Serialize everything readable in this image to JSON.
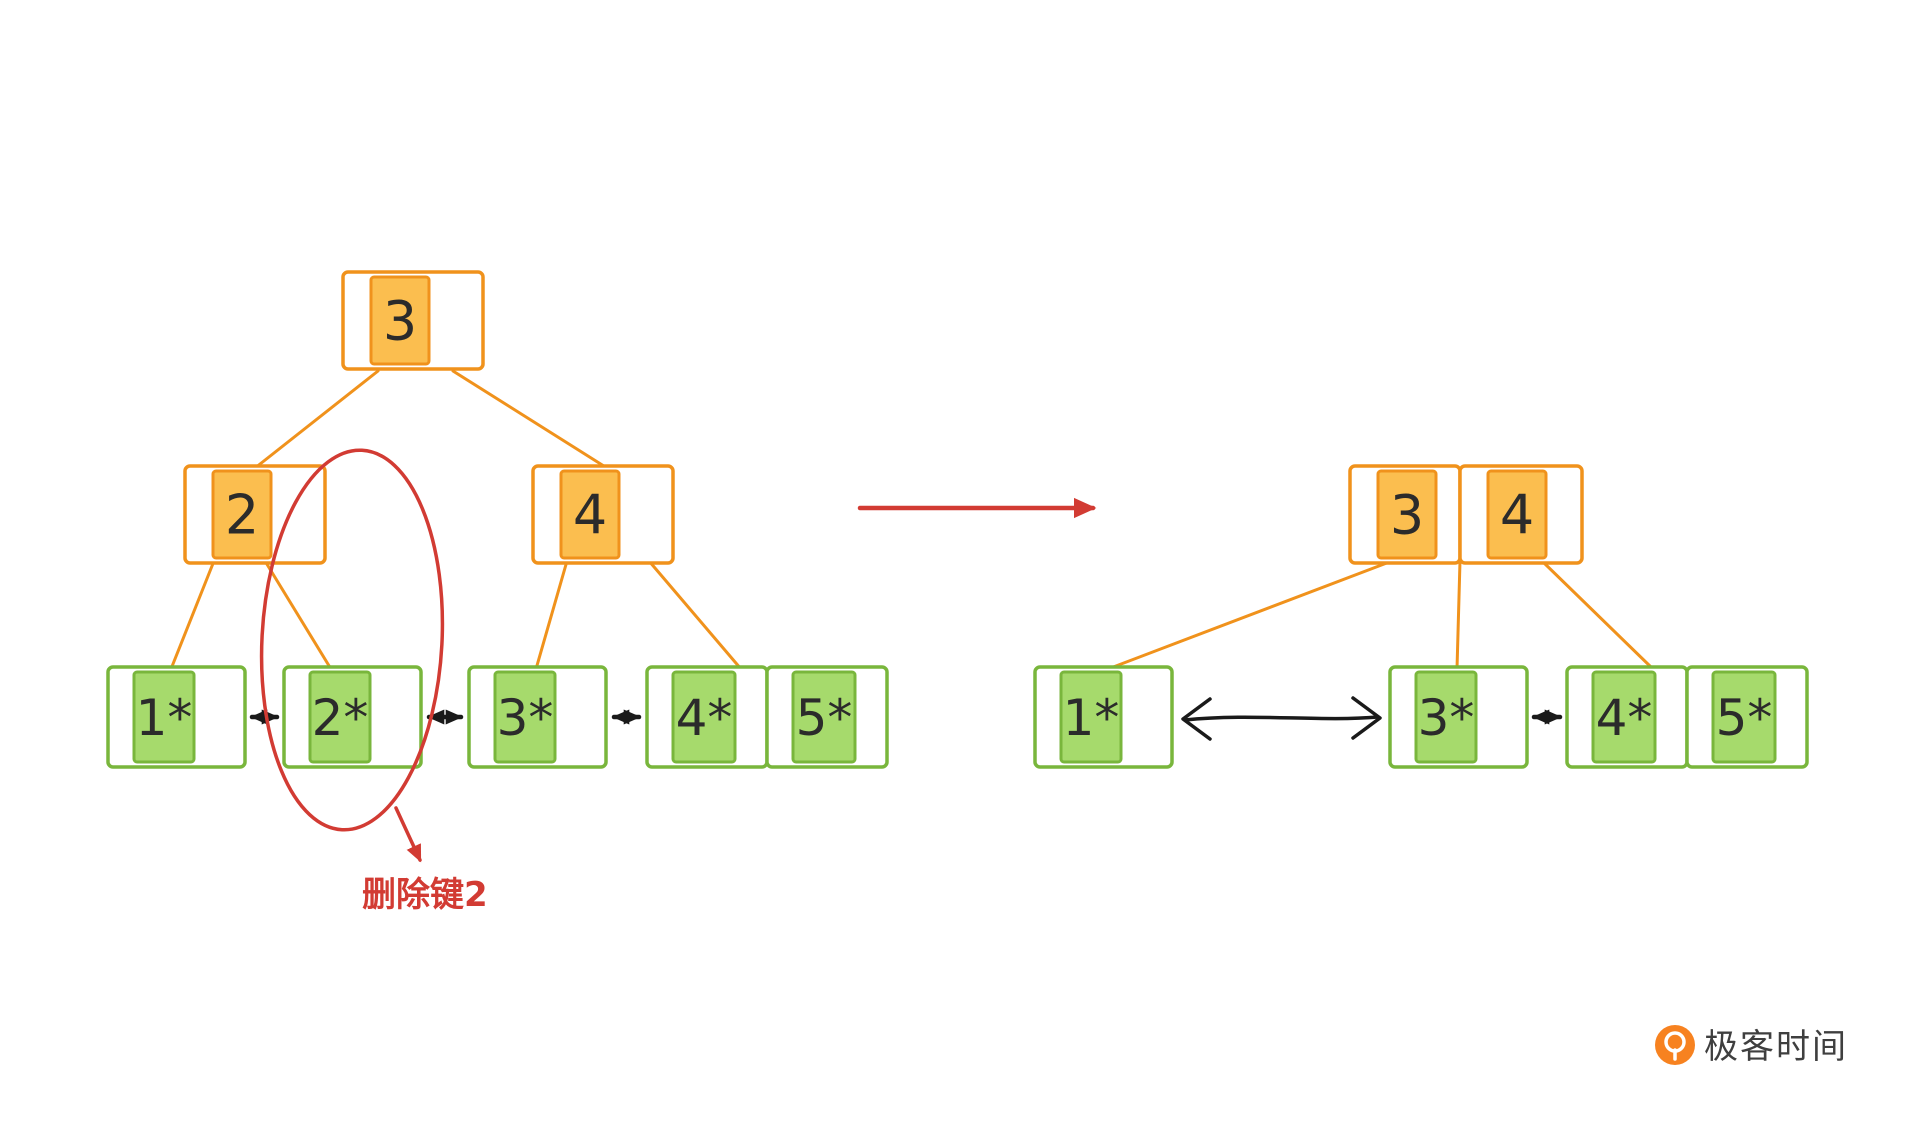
{
  "diagram": {
    "description": "B+ tree deletion example: before and after removing a key",
    "annotation": {
      "text": "删除键2"
    },
    "logo": {
      "text": "极客时间"
    },
    "colors": {
      "internal_node_fill": "#FBBE4F",
      "internal_node_border": "#F0921C",
      "leaf_node_fill": "#A6DA6C",
      "leaf_node_border": "#79B63C",
      "annotation_red": "#D23B33",
      "arrow_black": "#1a1a1a",
      "logo_orange": "#F78220",
      "background": "#ffffff"
    },
    "before": {
      "root": {
        "keys": [
          "3"
        ]
      },
      "internal": [
        {
          "keys": [
            "2"
          ]
        },
        {
          "keys": [
            "4"
          ]
        }
      ],
      "leaves": [
        {
          "keys": [
            "1*"
          ]
        },
        {
          "keys": [
            "2*"
          ]
        },
        {
          "keys": [
            "3*"
          ]
        },
        {
          "keys": [
            "4*",
            "5*"
          ]
        }
      ]
    },
    "after": {
      "root": {
        "keys": [
          "3",
          "4"
        ]
      },
      "leaves": [
        {
          "keys": [
            "1*"
          ]
        },
        {
          "keys": [
            "3*"
          ]
        },
        {
          "keys": [
            "4*",
            "5*"
          ]
        }
      ]
    }
  }
}
